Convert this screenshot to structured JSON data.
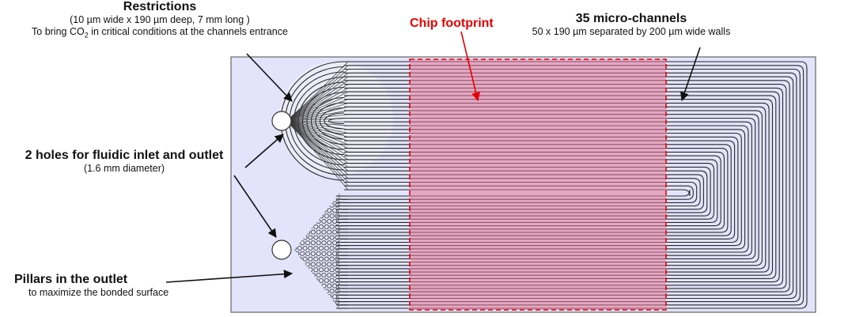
{
  "restrictions": {
    "title": "Restrictions",
    "detail": "(10 µm wide x 190 µm deep, 7 mm long )",
    "note_pre": "To bring CO",
    "note_sub": "2",
    "note_post": " in critical conditions at the channels entrance"
  },
  "chip_footprint": {
    "title": "Chip footprint"
  },
  "micro_channels": {
    "title": "35 micro-channels",
    "detail": "50 x 190 µm separated by 200 µm wide walls"
  },
  "holes": {
    "title": "2 holes for fluidic inlet and outlet",
    "detail": "(1.6 mm diameter)"
  },
  "pillars": {
    "title": "Pillars in the outlet",
    "detail": "to maximize the bonded surface"
  },
  "colors": {
    "substrate_fill": "#e3e3fb",
    "substrate_stroke": "#666666",
    "channel_stroke": "#2a2a2a",
    "footprint_fill": "#e57897",
    "footprint_stroke": "#e60000",
    "footprint_label": "#e60000"
  },
  "channel_count": 35
}
